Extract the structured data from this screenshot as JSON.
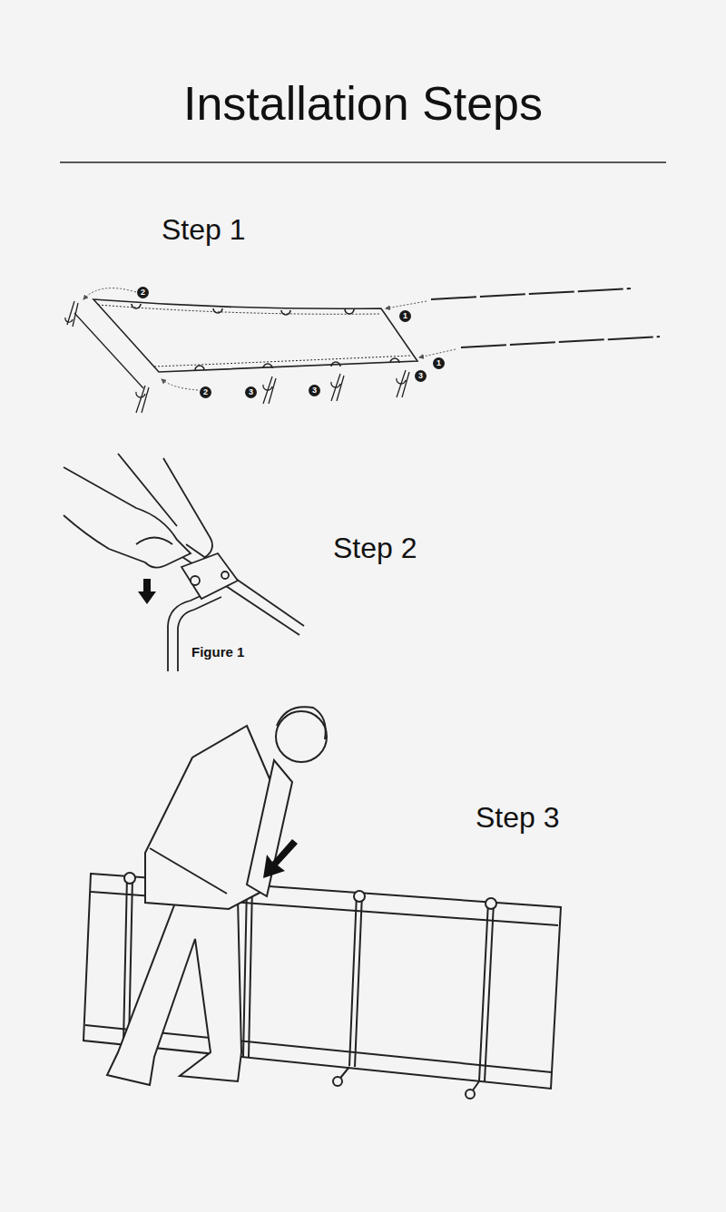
{
  "diagram": {
    "title": "Installation Steps",
    "labels": [
      "Step 1",
      "2",
      "1",
      "1",
      "3",
      "3",
      "2",
      "3",
      "Step 2",
      "Figure 1",
      "Step 3"
    ]
  }
}
